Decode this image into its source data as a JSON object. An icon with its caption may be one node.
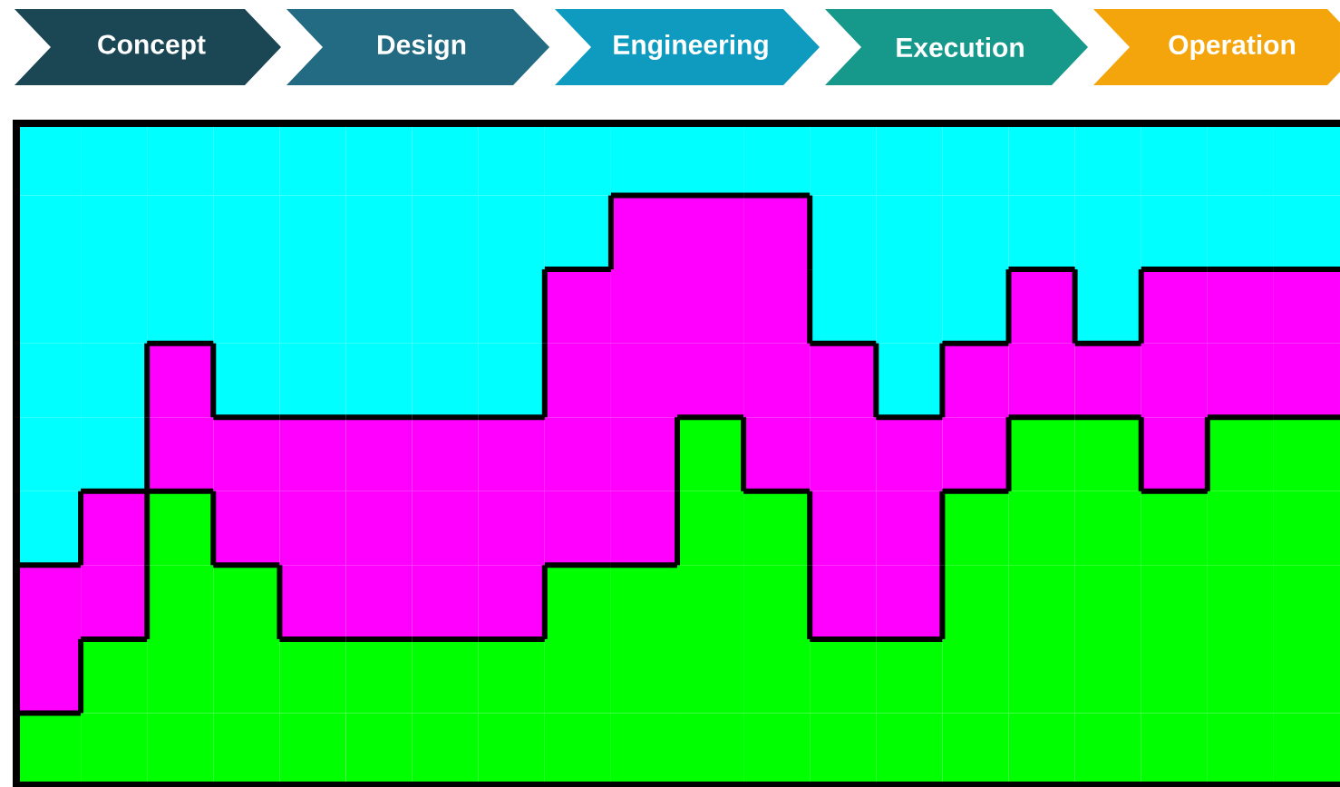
{
  "diagram": {
    "nodes": [
      {
        "text": [
          "Concept"
        ]
      },
      {
        "text": [
          "Design"
        ]
      },
      {
        "text": [
          "Engineering"
        ]
      },
      {
        "text": [
          "Execution"
        ]
      },
      {
        "text": [
          "Operation"
        ]
      }
    ]
  }
}
